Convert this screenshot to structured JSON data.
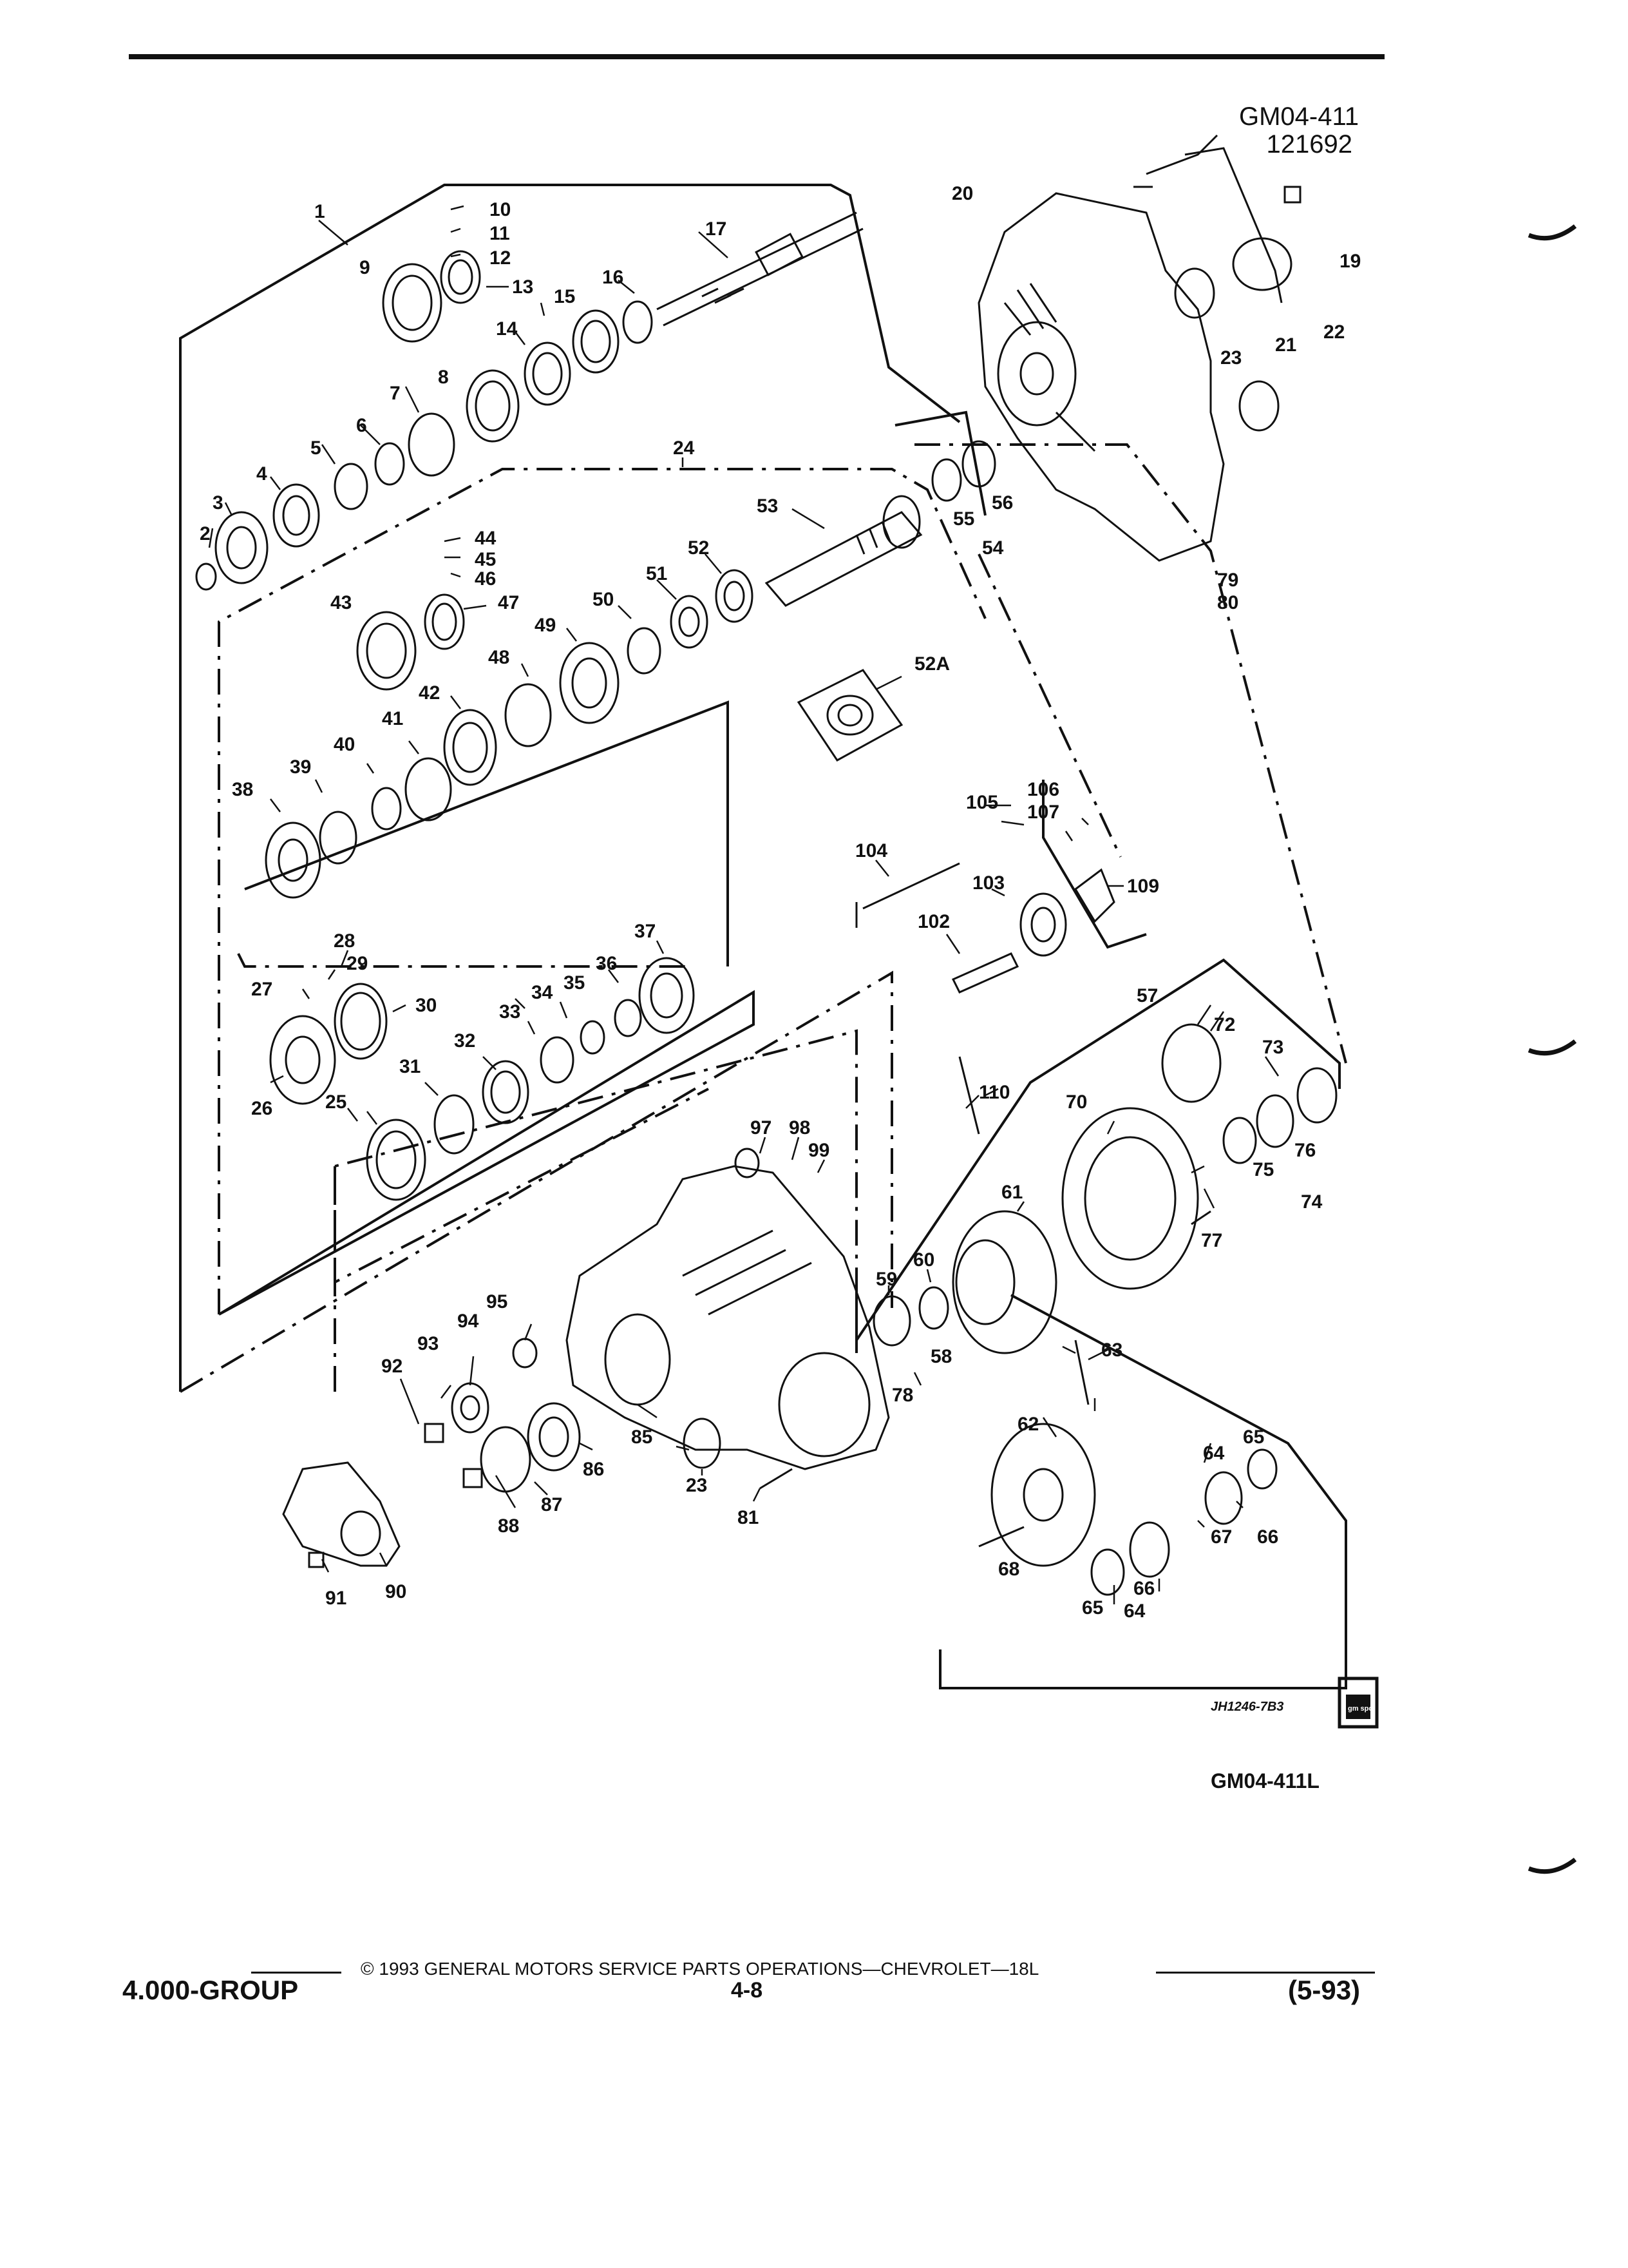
{
  "header": {
    "figure_code": "GM04-411",
    "figure_number": "121692"
  },
  "diagram": {
    "image_code": "JH1246-7B3",
    "logo_text": "gm spo",
    "figure_label": "GM04-411L",
    "callouts": [
      {
        "id": "c1",
        "text": "1"
      },
      {
        "id": "c2",
        "text": "2"
      },
      {
        "id": "c3",
        "text": "3"
      },
      {
        "id": "c4",
        "text": "4"
      },
      {
        "id": "c5",
        "text": "5"
      },
      {
        "id": "c6",
        "text": "6"
      },
      {
        "id": "c7",
        "text": "7"
      },
      {
        "id": "c8",
        "text": "8"
      },
      {
        "id": "c9",
        "text": "9"
      },
      {
        "id": "c10",
        "text": "10"
      },
      {
        "id": "c11",
        "text": "11"
      },
      {
        "id": "c12",
        "text": "12"
      },
      {
        "id": "c13",
        "text": "13"
      },
      {
        "id": "c14",
        "text": "14"
      },
      {
        "id": "c15",
        "text": "15"
      },
      {
        "id": "c16",
        "text": "16"
      },
      {
        "id": "c17",
        "text": "17"
      },
      {
        "id": "c19",
        "text": "19"
      },
      {
        "id": "c20",
        "text": "20"
      },
      {
        "id": "c21",
        "text": "21"
      },
      {
        "id": "c22",
        "text": "22"
      },
      {
        "id": "c23a",
        "text": "23"
      },
      {
        "id": "c24",
        "text": "24"
      },
      {
        "id": "c25",
        "text": "25"
      },
      {
        "id": "c26",
        "text": "26"
      },
      {
        "id": "c27",
        "text": "27"
      },
      {
        "id": "c28",
        "text": "28"
      },
      {
        "id": "c29",
        "text": "29"
      },
      {
        "id": "c30",
        "text": "30"
      },
      {
        "id": "c31",
        "text": "31"
      },
      {
        "id": "c32",
        "text": "32"
      },
      {
        "id": "c33",
        "text": "33"
      },
      {
        "id": "c34",
        "text": "34"
      },
      {
        "id": "c35",
        "text": "35"
      },
      {
        "id": "c36",
        "text": "36"
      },
      {
        "id": "c37",
        "text": "37"
      },
      {
        "id": "c38",
        "text": "38"
      },
      {
        "id": "c39",
        "text": "39"
      },
      {
        "id": "c40",
        "text": "40"
      },
      {
        "id": "c41",
        "text": "41"
      },
      {
        "id": "c42",
        "text": "42"
      },
      {
        "id": "c43",
        "text": "43"
      },
      {
        "id": "c44",
        "text": "44"
      },
      {
        "id": "c45",
        "text": "45"
      },
      {
        "id": "c46",
        "text": "46"
      },
      {
        "id": "c47",
        "text": "47"
      },
      {
        "id": "c48",
        "text": "48"
      },
      {
        "id": "c49",
        "text": "49"
      },
      {
        "id": "c50",
        "text": "50"
      },
      {
        "id": "c51",
        "text": "51"
      },
      {
        "id": "c52",
        "text": "52"
      },
      {
        "id": "c52a",
        "text": "52A"
      },
      {
        "id": "c53",
        "text": "53"
      },
      {
        "id": "c54",
        "text": "54"
      },
      {
        "id": "c55",
        "text": "55"
      },
      {
        "id": "c56",
        "text": "56"
      },
      {
        "id": "c57",
        "text": "57"
      },
      {
        "id": "c58",
        "text": "58"
      },
      {
        "id": "c59",
        "text": "59"
      },
      {
        "id": "c60",
        "text": "60"
      },
      {
        "id": "c61",
        "text": "61"
      },
      {
        "id": "c62",
        "text": "62"
      },
      {
        "id": "c63",
        "text": "63"
      },
      {
        "id": "c64a",
        "text": "64"
      },
      {
        "id": "c64b",
        "text": "64"
      },
      {
        "id": "c65a",
        "text": "65"
      },
      {
        "id": "c65b",
        "text": "65"
      },
      {
        "id": "c66a",
        "text": "66"
      },
      {
        "id": "c66b",
        "text": "66"
      },
      {
        "id": "c67",
        "text": "67"
      },
      {
        "id": "c68",
        "text": "68"
      },
      {
        "id": "c70",
        "text": "70"
      },
      {
        "id": "c72",
        "text": "72"
      },
      {
        "id": "c73",
        "text": "73"
      },
      {
        "id": "c74",
        "text": "74"
      },
      {
        "id": "c75",
        "text": "75"
      },
      {
        "id": "c76",
        "text": "76"
      },
      {
        "id": "c77",
        "text": "77"
      },
      {
        "id": "c78",
        "text": "78"
      },
      {
        "id": "c79",
        "text": "79"
      },
      {
        "id": "c80",
        "text": "80"
      },
      {
        "id": "c81",
        "text": "81"
      },
      {
        "id": "c23b",
        "text": "23"
      },
      {
        "id": "c85",
        "text": "85"
      },
      {
        "id": "c86",
        "text": "86"
      },
      {
        "id": "c87",
        "text": "87"
      },
      {
        "id": "c88",
        "text": "88"
      },
      {
        "id": "c90",
        "text": "90"
      },
      {
        "id": "c91",
        "text": "91"
      },
      {
        "id": "c92",
        "text": "92"
      },
      {
        "id": "c93",
        "text": "93"
      },
      {
        "id": "c94",
        "text": "94"
      },
      {
        "id": "c95",
        "text": "95"
      },
      {
        "id": "c97",
        "text": "97"
      },
      {
        "id": "c98",
        "text": "98"
      },
      {
        "id": "c99",
        "text": "99"
      },
      {
        "id": "c102",
        "text": "102"
      },
      {
        "id": "c103",
        "text": "103"
      },
      {
        "id": "c104",
        "text": "104"
      },
      {
        "id": "c105",
        "text": "105"
      },
      {
        "id": "c106",
        "text": "106"
      },
      {
        "id": "c107",
        "text": "107"
      },
      {
        "id": "c109",
        "text": "109"
      },
      {
        "id": "c110",
        "text": "110"
      }
    ]
  },
  "footer": {
    "copyright": "© 1993 GENERAL MOTORS SERVICE PARTS OPERATIONS—CHEVROLET—18L",
    "group": "4.000-GROUP",
    "page": "4-8",
    "date": "(5-93)"
  }
}
